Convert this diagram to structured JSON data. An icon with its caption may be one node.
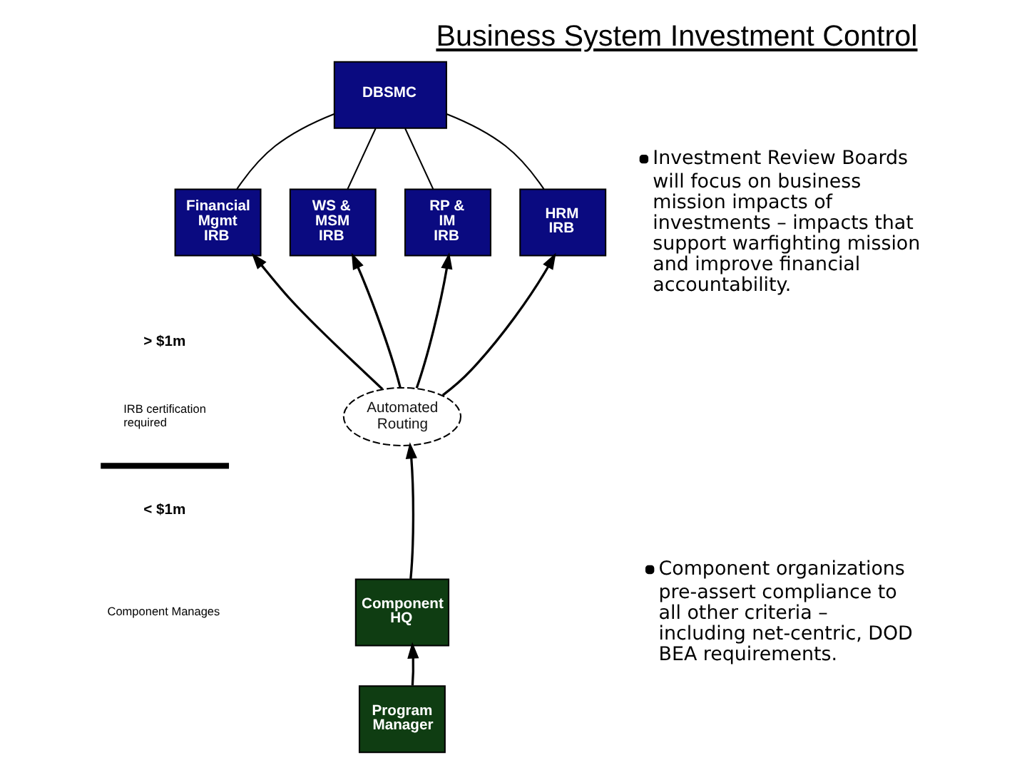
{
  "diagram": {
    "title": "Business System Investment Control",
    "nodes": [
      {
        "text": [
          "DBSMC"
        ]
      },
      {
        "text": [
          "Financial Mgmt IRB"
        ]
      },
      {
        "text": [
          "WS & MSM IRB"
        ]
      },
      {
        "text": [
          "RP & IM IRB"
        ]
      },
      {
        "text": [
          "HRM IRB"
        ]
      },
      {
        "text": [
          "Automated Routing"
        ]
      },
      {
        "text": [
          "Component HQ"
        ]
      },
      {
        "text": [
          "Program Manager"
        ]
      }
    ],
    "edges": [
      {
        "from": 0,
        "to": 1,
        "arrow": "none"
      },
      {
        "from": 0,
        "to": 2,
        "arrow": "none"
      },
      {
        "from": 0,
        "to": 3,
        "arrow": "none"
      },
      {
        "from": 0,
        "to": 4,
        "arrow": "none"
      },
      {
        "from": 5,
        "to": 1,
        "arrow": "to"
      },
      {
        "from": 5,
        "to": 2,
        "arrow": "to"
      },
      {
        "from": 5,
        "to": 3,
        "arrow": "to"
      },
      {
        "from": 5,
        "to": 4,
        "arrow": "to"
      },
      {
        "from": 6,
        "to": 5,
        "arrow": "to"
      },
      {
        "from": 7,
        "to": 6,
        "arrow": "to"
      }
    ],
    "labels": [
      "> $1m",
      "IRB certification required",
      "< $1m",
      "Component Manages",
      "Investment Review Boards will focus on business mission impacts of investments – impacts that support warfighting mission and improve financial accountability.",
      "Component organizations pre-assert compliance to all other criteria – including net-centric, DOD BEA requirements."
    ]
  }
}
